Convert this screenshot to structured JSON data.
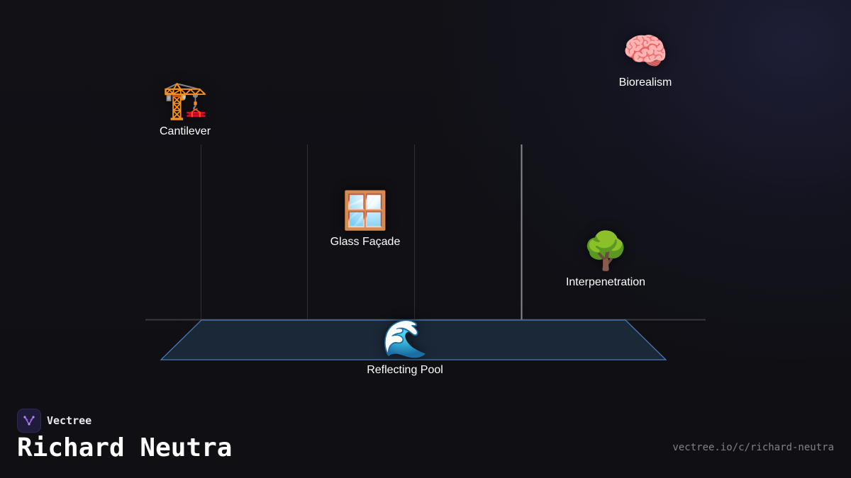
{
  "diagram": {
    "nodes": [
      {
        "id": "cantilever",
        "emoji": "🏗️",
        "icon": "construction-crane-icon",
        "label": "Cantilever"
      },
      {
        "id": "biorealism",
        "emoji": "🧠",
        "icon": "brain-icon",
        "label": "Biorealism"
      },
      {
        "id": "glass-facade",
        "emoji": "🪟",
        "icon": "window-icon",
        "label": "Glass Façade"
      },
      {
        "id": "interpenetration",
        "emoji": "🌳",
        "icon": "tree-icon",
        "label": "Interpenetration"
      },
      {
        "id": "reflecting-pool",
        "emoji": "🌊",
        "icon": "wave-icon",
        "label": "Reflecting Pool"
      }
    ],
    "colors": {
      "pool_fill": "#1b2838",
      "pool_stroke": "#4a7fc1",
      "line": "#3a3a3e",
      "accent_line": "#8a8a8e"
    }
  },
  "footer": {
    "brand": "Vectree",
    "title": "Richard Neutra",
    "url": "vectree.io/c/richard-neutra"
  }
}
